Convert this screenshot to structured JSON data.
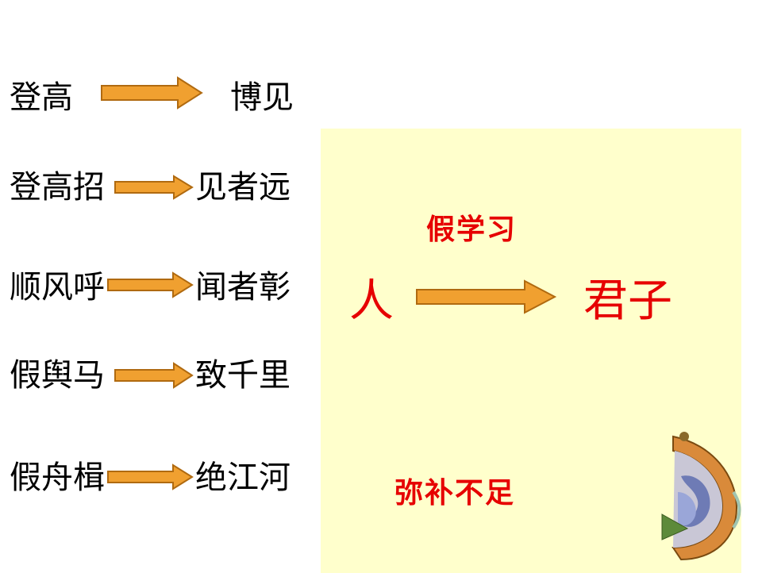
{
  "rows": [
    {
      "left": "登高",
      "right": "博见"
    },
    {
      "left": "登高招",
      "right": "见者远"
    },
    {
      "left": "顺风呼",
      "right": "闻者彰"
    },
    {
      "left": "假舆马",
      "right": "致千里"
    },
    {
      "left": "假舟楫",
      "right": "绝江河"
    }
  ],
  "panel": {
    "top_label": "假学习",
    "from": "人",
    "to": "君子",
    "bottom_label": "弥补不足"
  },
  "colors": {
    "arrow_fill": "#f0a030",
    "arrow_stroke": "#b06a10",
    "panel_bg": "#ffffcc",
    "accent_red": "#e60000"
  },
  "icons": [
    "arrow-right-icon",
    "fan-decoration-icon"
  ]
}
